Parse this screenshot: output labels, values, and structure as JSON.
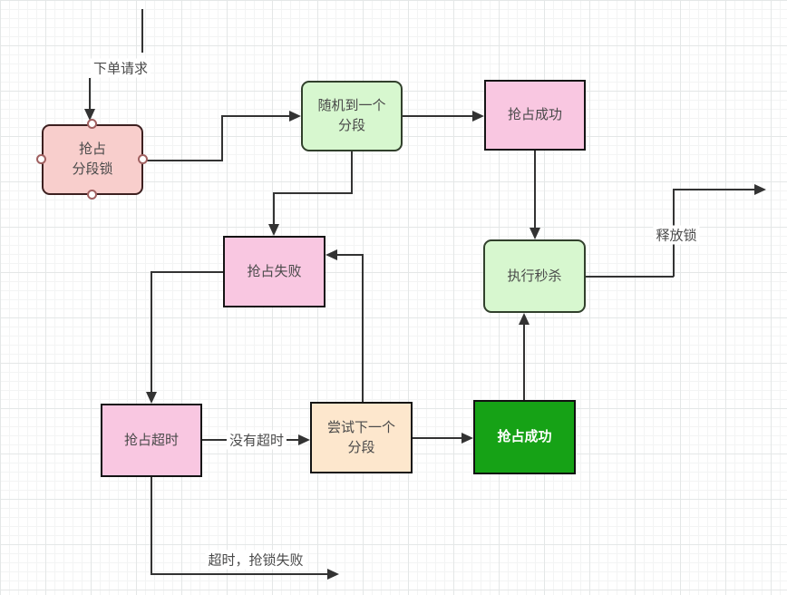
{
  "diagram": {
    "type": "flowchart",
    "colors": {
      "background": "#ffffff",
      "grid_minor": "#f3f4f4",
      "grid_major": "#e4e7e7",
      "line": "#333333",
      "edge_label_text": "#4a4a4a"
    },
    "nodes": [
      {
        "id": "seize-segment-lock",
        "label": "抢占\n分段锁",
        "fill": "#f8cecc",
        "border": "#3d2020",
        "text_color": "#4a4a4a"
      },
      {
        "id": "random-segment",
        "label": "随机到一个\n分段",
        "fill": "#d7f7cf",
        "border": "#31402c",
        "text_color": "#4a4a4a"
      },
      {
        "id": "seize-success",
        "label": "抢占成功",
        "fill": "#f9c7e1",
        "border": "#141414",
        "text_color": "#4a4a4a"
      },
      {
        "id": "execute-seckill",
        "label": "执行秒杀",
        "fill": "#d7f7cf",
        "border": "#31402c",
        "text_color": "#4a4a4a"
      },
      {
        "id": "seize-fail",
        "label": "抢占失败",
        "fill": "#f9c7e1",
        "border": "#141414",
        "text_color": "#4a4a4a"
      },
      {
        "id": "seize-timeout",
        "label": "抢占超时",
        "fill": "#f9c7e1",
        "border": "#141414",
        "text_color": "#4a4a4a"
      },
      {
        "id": "try-next-segment",
        "label": "尝试下一个\n分段",
        "fill": "#fde7cd",
        "border": "#141414",
        "text_color": "#4a4a4a"
      },
      {
        "id": "seize-success-final",
        "label": "抢占成功",
        "fill": "#16a216",
        "border": "#111111",
        "text_color": "#ffffff"
      }
    ],
    "edge_labels": {
      "order_request": "下单请求",
      "no_timeout": "没有超时",
      "timeout_lock_fail": "超时，抢锁失败",
      "release_lock": "释放锁"
    }
  }
}
